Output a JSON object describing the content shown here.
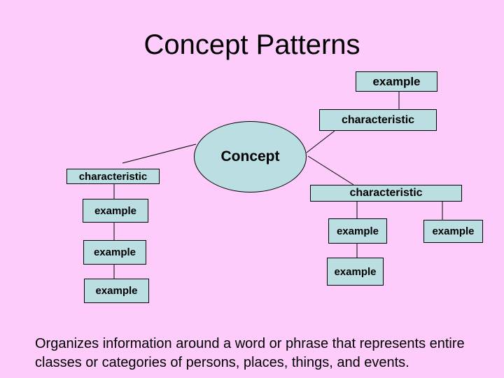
{
  "slide": {
    "title": "Concept Patterns",
    "colors": {
      "background": "#fdccfa",
      "node_fill": "#badee2",
      "node_border": "#000000",
      "text": "#000000"
    }
  },
  "diagram": {
    "center_label": "Concept",
    "nodes": {
      "top_example": "example",
      "top_characteristic": "characteristic",
      "left_characteristic": "characteristic",
      "left_example_1": "example",
      "left_example_2": "example",
      "left_example_3": "example",
      "right_characteristic": "characteristic",
      "right_example_1": "example",
      "right_example_2": "example",
      "right_example_3": "example"
    }
  },
  "footer": {
    "lines": [
      "Organizes information around a word or phrase that represents entire",
      "classes or categories of persons, places, things, and events."
    ]
  }
}
